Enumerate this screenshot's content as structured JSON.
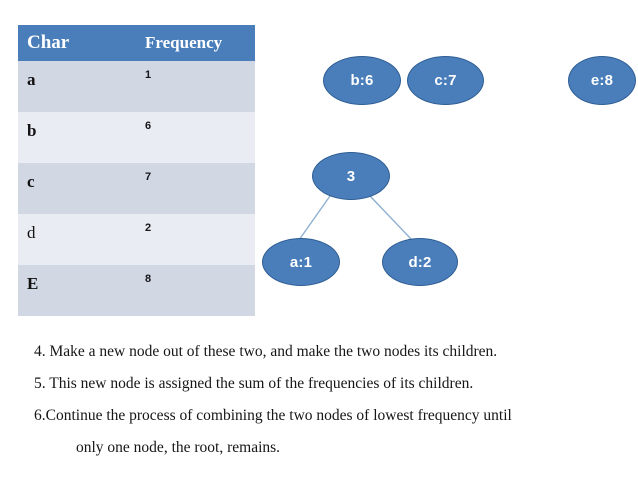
{
  "table": {
    "headers": [
      "Char",
      "Frequency"
    ],
    "rows": [
      {
        "char": "a",
        "freq": "1"
      },
      {
        "char": "b",
        "freq": "6"
      },
      {
        "char": "c",
        "freq": "7"
      },
      {
        "char": "d",
        "freq": "2"
      },
      {
        "char": "E",
        "freq": "8"
      }
    ]
  },
  "graph": {
    "free_nodes": [
      {
        "label": "b:6"
      },
      {
        "label": "c:7"
      },
      {
        "label": "e:8"
      }
    ],
    "tree": {
      "root": {
        "label": "3"
      },
      "children": [
        {
          "label": "a:1"
        },
        {
          "label": "d:2"
        }
      ]
    }
  },
  "notes": [
    "4. Make a new node out of these two, and make the two nodes its children.",
    "5. This new node is assigned the sum of the frequencies of its children.",
    "6.Continue the process of combining the two nodes of lowest frequency until",
    "only one node, the root, remains."
  ],
  "colors": {
    "node_fill": "#4a7ebb",
    "node_stroke": "#2e5d93",
    "header_fill": "#4a7ebb",
    "row_dark": "#d2d7e4",
    "row_light": "#e9ecf2",
    "edge": "#8fb0d2"
  }
}
